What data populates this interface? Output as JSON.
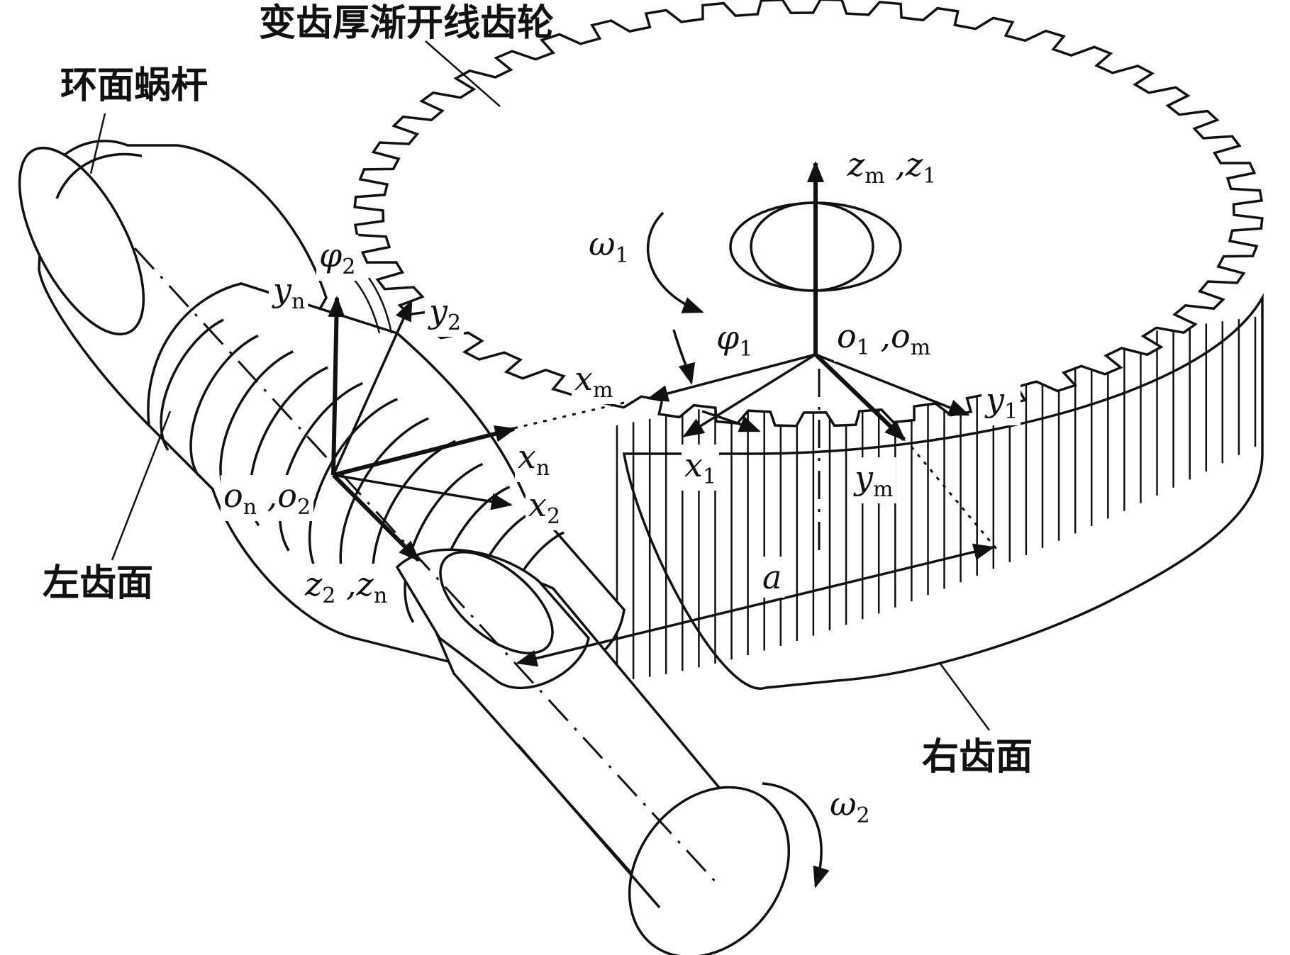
{
  "labels": {
    "gear": "变齿厚渐开线齿轮",
    "worm": "环面蜗杆",
    "left_flank": "左齿面",
    "right_flank": "右齿面"
  },
  "symbols": {
    "zm_z1": {
      "a": "z",
      "as": "m",
      "sep": " ,",
      "b": "z",
      "bs": "1"
    },
    "omega1": {
      "a": "ω",
      "as": "1"
    },
    "o1_om": {
      "a": "o",
      "as": "1",
      "sep": " ,",
      "b": "o",
      "bs": "m"
    },
    "phi1": {
      "a": "φ",
      "as": "1"
    },
    "phi2": {
      "a": "φ",
      "as": "2"
    },
    "yn": {
      "a": "y",
      "as": "n"
    },
    "y2": {
      "a": "y",
      "as": "2"
    },
    "xm": {
      "a": "x",
      "as": "m"
    },
    "y1": {
      "a": "y",
      "as": "1"
    },
    "xn": {
      "a": "x",
      "as": "n"
    },
    "x1": {
      "a": "x",
      "as": "1"
    },
    "ym": {
      "a": "y",
      "as": "m"
    },
    "on_o2": {
      "a": "o",
      "as": "n",
      "sep": " ,",
      "b": "o",
      "bs": "2"
    },
    "x2": {
      "a": "x",
      "as": "2"
    },
    "z2_zn": {
      "a": "z",
      "as": "2",
      "sep": " ,",
      "b": "z",
      "bs": "n"
    },
    "a": {
      "a": "a"
    },
    "omega2": {
      "a": "ω",
      "as": "2"
    }
  }
}
